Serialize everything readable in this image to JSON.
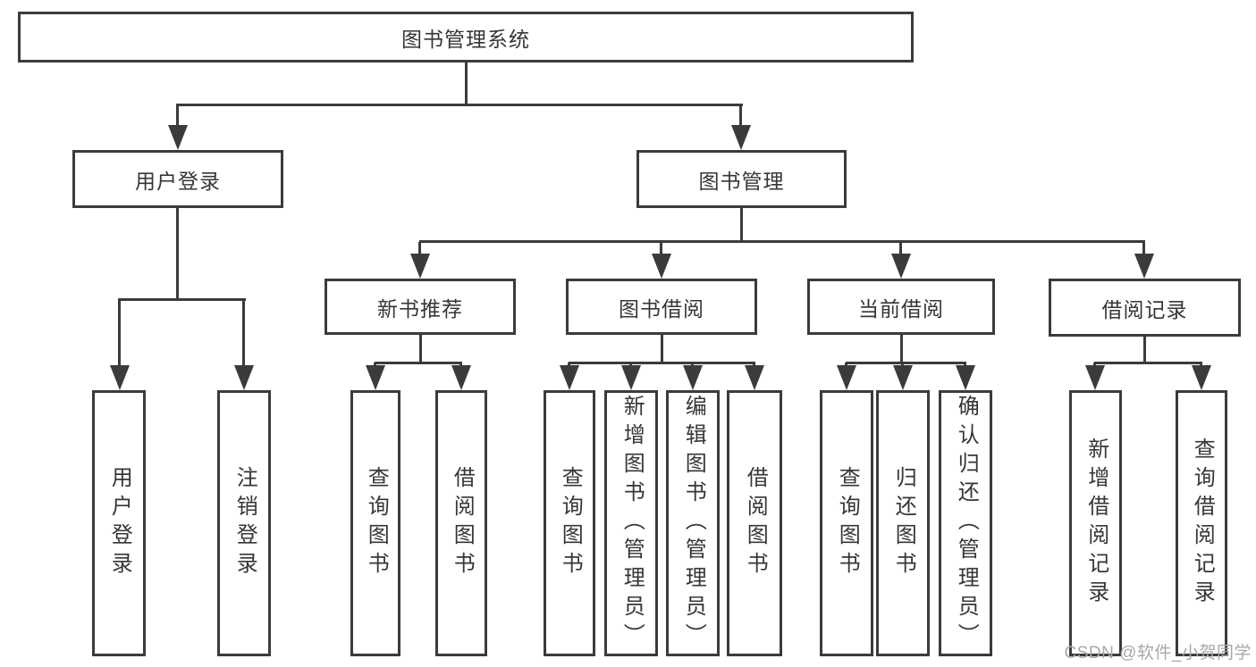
{
  "diagram": {
    "title": "图书管理系统",
    "nodes": [
      {
        "id": "root",
        "label": "图书管理系统"
      },
      {
        "id": "user-login",
        "label": "用户登录"
      },
      {
        "id": "book-mgmt",
        "label": "图书管理"
      },
      {
        "id": "new-book-recommend",
        "label": "新书推荐"
      },
      {
        "id": "book-borrow",
        "label": "图书借阅"
      },
      {
        "id": "current-borrow",
        "label": "当前借阅"
      },
      {
        "id": "borrow-records",
        "label": "借阅记录"
      },
      {
        "id": "login",
        "label": "用户登录"
      },
      {
        "id": "logout",
        "label": "注销登录"
      },
      {
        "id": "query-book-1",
        "label": "查询图书"
      },
      {
        "id": "borrow-book-1",
        "label": "借阅图书"
      },
      {
        "id": "query-book-2",
        "label": "查询图书"
      },
      {
        "id": "add-book-admin",
        "label": "新增图书（管理员）"
      },
      {
        "id": "edit-book-admin",
        "label": "编辑图书（管理员）"
      },
      {
        "id": "borrow-book-2",
        "label": "借阅图书"
      },
      {
        "id": "query-book-3",
        "label": "查询图书"
      },
      {
        "id": "return-book",
        "label": "归还图书"
      },
      {
        "id": "confirm-return-admin",
        "label": "确认归还（管理员）"
      },
      {
        "id": "add-borrow-record",
        "label": "新增借阅记录"
      },
      {
        "id": "query-borrow-record",
        "label": "查询借阅记录"
      }
    ],
    "edges": [
      [
        "root",
        "user-login"
      ],
      [
        "root",
        "book-mgmt"
      ],
      [
        "user-login",
        "login"
      ],
      [
        "user-login",
        "logout"
      ],
      [
        "book-mgmt",
        "new-book-recommend"
      ],
      [
        "book-mgmt",
        "book-borrow"
      ],
      [
        "book-mgmt",
        "current-borrow"
      ],
      [
        "book-mgmt",
        "borrow-records"
      ],
      [
        "new-book-recommend",
        "query-book-1"
      ],
      [
        "new-book-recommend",
        "borrow-book-1"
      ],
      [
        "book-borrow",
        "query-book-2"
      ],
      [
        "book-borrow",
        "add-book-admin"
      ],
      [
        "book-borrow",
        "edit-book-admin"
      ],
      [
        "book-borrow",
        "borrow-book-2"
      ],
      [
        "current-borrow",
        "query-book-3"
      ],
      [
        "current-borrow",
        "return-book"
      ],
      [
        "current-borrow",
        "confirm-return-admin"
      ],
      [
        "borrow-records",
        "add-borrow-record"
      ],
      [
        "borrow-records",
        "query-borrow-record"
      ]
    ],
    "colors": {
      "line": "#3b3b3b",
      "text": "#363636",
      "box_bg": "#ffffff",
      "background": "#ffffff",
      "watermark": "#a8a8a8"
    },
    "watermark": {
      "text": "CSDN @软件_小贺同学"
    }
  }
}
